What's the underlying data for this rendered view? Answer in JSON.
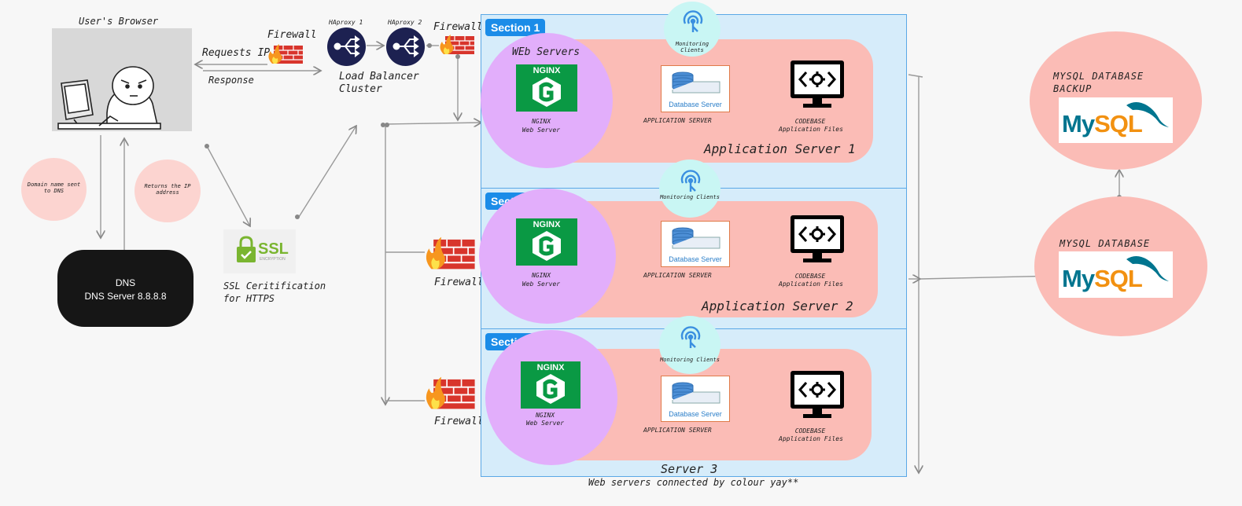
{
  "browser": {
    "title": "User's Browser"
  },
  "client_links": {
    "requests": "Requests IP",
    "response": "Response"
  },
  "dns_notes": {
    "sent": "Domain name sent to DNS",
    "returns": "Returns the IP address"
  },
  "dns": {
    "line1": "DNS",
    "line2": "DNS Server 8.8.8.8"
  },
  "ssl": {
    "logo": "SSL",
    "sub": "ENCRYPTION",
    "caption_line1": "SSL Ceritification",
    "caption_line2": "for HTTPS"
  },
  "firewall_label": "Firewall",
  "load_balancer": {
    "haproxy1": "HAproxy 1",
    "haproxy2": "HAproxy 2",
    "label_line1": "Load Balancer",
    "label_line2": "Cluster"
  },
  "sections": [
    {
      "tag": "Section 1",
      "webservers_label": "WEb Servers",
      "nginx_logo": "NGINX",
      "nginx_line1": "NGINX",
      "nginx_line2": "Web Server",
      "monitor": "Monitoring Clients",
      "db_caption": "Database Server",
      "app_label": "APPLICATION SERVER",
      "codebase_line1": "CODEBASE",
      "codebase_line2": "Application Files",
      "server_title": "Application Server 1"
    },
    {
      "tag": "Section 2",
      "nginx_logo": "NGINX",
      "nginx_line1": "NGINX",
      "nginx_line2": "Web Server",
      "monitor": "Monitoring Clients",
      "db_caption": "Database Server",
      "app_label": "APPLICATION SERVER",
      "codebase_line1": "CODEBASE",
      "codebase_line2": "Application Files",
      "server_title": "Application Server 2"
    },
    {
      "tag": "Section 3",
      "nginx_logo": "NGINX",
      "nginx_line1": "NGINX",
      "nginx_line2": "Web Server",
      "monitor": "Monitoring Clients",
      "db_caption": "Database Server",
      "app_label": "APPLICATION SERVER",
      "codebase_line1": "CODEBASE",
      "codebase_line2": "Application Files",
      "server_title": "Server 3"
    }
  ],
  "footer_note": "Web servers connected by colour yay**",
  "mysql_backup": {
    "line1": "MYSQL DATABASE",
    "line2": "BACKUP",
    "logo_my": "My",
    "logo_sql": "SQL"
  },
  "mysql_db": {
    "title": "MYSQL DATABASE",
    "logo_my": "My",
    "logo_sql": "SQL"
  },
  "colors": {
    "section_bg": "#d6ecfa",
    "section_tag": "#1b8ce8",
    "band": "#fbbcb6",
    "web_circle": "#e2aefb",
    "monitor_circle": "#c9f6f4",
    "nginx": "#0a9944",
    "mysql_blue": "#00758f",
    "mysql_orange": "#f29111"
  },
  "icons": [
    "user-cartoon-icon",
    "firewall-icon",
    "haproxy-icon",
    "ssl-lock-icon",
    "nginx-icon",
    "monitoring-icon",
    "database-server-icon",
    "codebase-monitor-icon",
    "mysql-dolphin-icon"
  ]
}
